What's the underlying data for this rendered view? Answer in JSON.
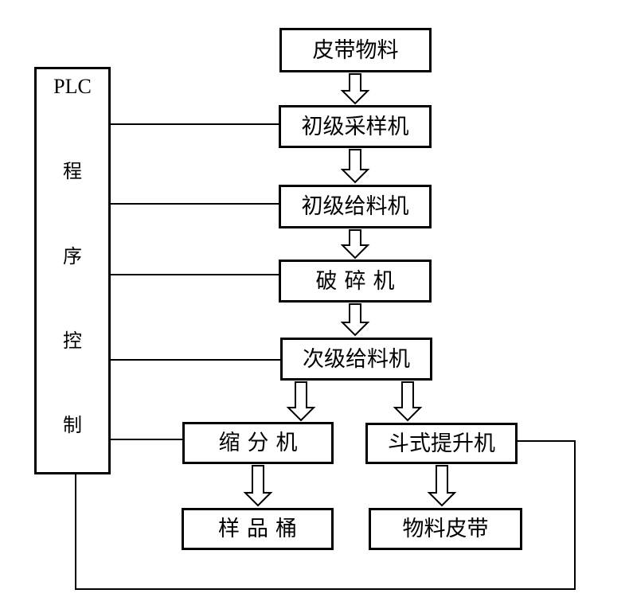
{
  "diagram": {
    "background_color": "#ffffff",
    "line_color": "#000000",
    "controller": {
      "full_label": "PLC程序控制",
      "label_lines": [
        "PLC",
        "程",
        "序",
        "控",
        "制"
      ]
    },
    "nodes": [
      {
        "id": "belt-material",
        "label": "皮带物料"
      },
      {
        "id": "primary-sampler",
        "label": "初级采样机"
      },
      {
        "id": "primary-feeder",
        "label": "初级给料机"
      },
      {
        "id": "crusher",
        "label": "破碎机"
      },
      {
        "id": "secondary-feeder",
        "label": "次级给料机"
      },
      {
        "id": "divider",
        "label": "缩分机"
      },
      {
        "id": "bucket-elevator",
        "label": "斗式提升机"
      },
      {
        "id": "sample-bucket",
        "label": "样品桶"
      },
      {
        "id": "material-belt",
        "label": "物料皮带"
      }
    ],
    "edges": [
      {
        "from": "皮带物料",
        "to": "初级采样机",
        "type": "block-arrow"
      },
      {
        "from": "初级采样机",
        "to": "初级给料机",
        "type": "block-arrow"
      },
      {
        "from": "初级给料机",
        "to": "破碎机",
        "type": "block-arrow"
      },
      {
        "from": "破碎机",
        "to": "次级给料机",
        "type": "block-arrow"
      },
      {
        "from": "次级给料机",
        "to": "缩分机",
        "type": "block-arrow"
      },
      {
        "from": "次级给料机",
        "to": "斗式提升机",
        "type": "block-arrow"
      },
      {
        "from": "缩分机",
        "to": "样品桶",
        "type": "block-arrow"
      },
      {
        "from": "斗式提升机",
        "to": "物料皮带",
        "type": "block-arrow"
      },
      {
        "from": "PLC程序控制",
        "to": "初级采样机",
        "type": "control-line"
      },
      {
        "from": "PLC程序控制",
        "to": "初级给料机",
        "type": "control-line"
      },
      {
        "from": "PLC程序控制",
        "to": "破碎机",
        "type": "control-line"
      },
      {
        "from": "PLC程序控制",
        "to": "次级给料机",
        "type": "control-line"
      },
      {
        "from": "PLC程序控制",
        "to": "缩分机",
        "type": "control-line"
      },
      {
        "from": "斗式提升机",
        "to": "PLC程序控制",
        "type": "feedback-line"
      }
    ]
  }
}
